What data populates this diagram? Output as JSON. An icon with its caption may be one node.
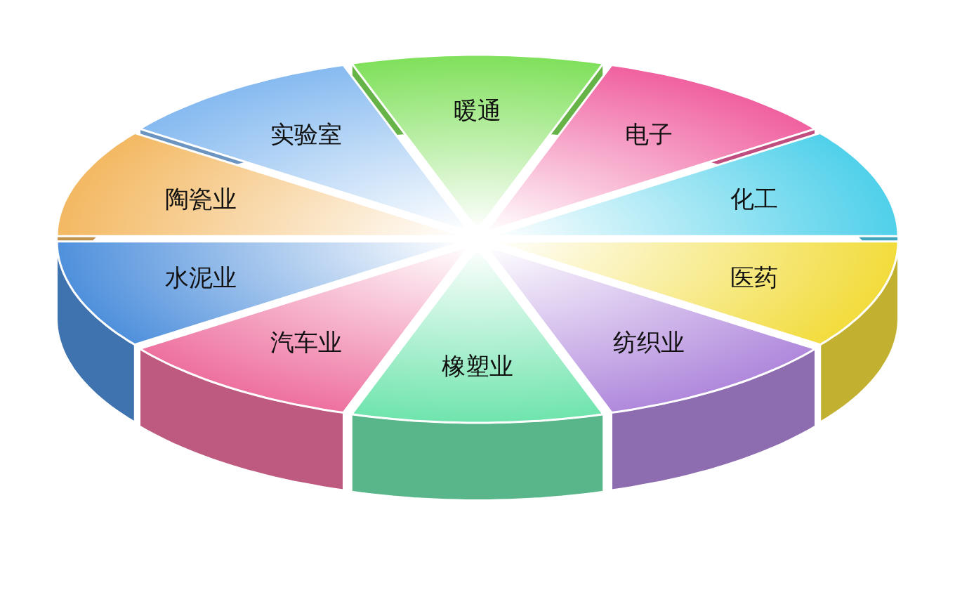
{
  "diagram": {
    "nodes": [
      {
        "text": [
          "暖通"
        ]
      },
      {
        "text": [
          "电子"
        ]
      },
      {
        "text": [
          "化工"
        ]
      },
      {
        "text": [
          "医药"
        ]
      },
      {
        "text": [
          "纺织业"
        ]
      },
      {
        "text": [
          "橡塑业"
        ]
      },
      {
        "text": [
          "汽车业"
        ]
      },
      {
        "text": [
          "水泥业"
        ]
      },
      {
        "text": [
          "陶瓷业"
        ]
      },
      {
        "text": [
          "实验室"
        ]
      }
    ]
  }
}
